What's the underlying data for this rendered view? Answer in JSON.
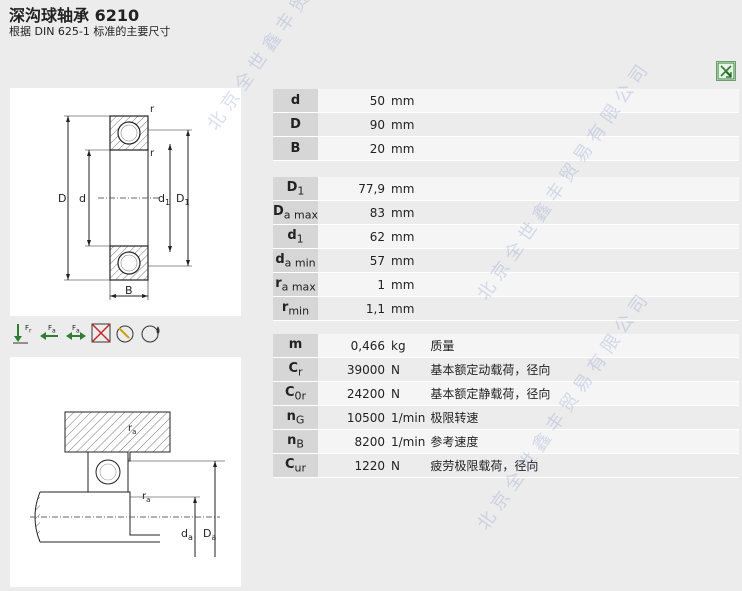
{
  "header": {
    "title": "深沟球轴承 6210",
    "subtitle": "根据 DIN 625-1 标准的主要尺寸"
  },
  "main_dims": [
    {
      "sym": "d",
      "sub": "",
      "value": "50",
      "unit": "mm"
    },
    {
      "sym": "D",
      "sub": "",
      "value": "90",
      "unit": "mm"
    },
    {
      "sym": "B",
      "sub": "",
      "value": "20",
      "unit": "mm"
    }
  ],
  "mount_dims": [
    {
      "sym": "D",
      "sub": "1",
      "value": "77,9",
      "unit": "mm"
    },
    {
      "sym": "D",
      "sub": "a max",
      "value": "83",
      "unit": "mm"
    },
    {
      "sym": "d",
      "sub": "1",
      "value": "62",
      "unit": "mm"
    },
    {
      "sym": "d",
      "sub": "a min",
      "value": "57",
      "unit": "mm"
    },
    {
      "sym": "r",
      "sub": "a max",
      "value": "1",
      "unit": "mm"
    },
    {
      "sym": "r",
      "sub": "min",
      "value": "1,1",
      "unit": "mm"
    }
  ],
  "properties": [
    {
      "sym": "m",
      "sub": "",
      "value": "0,466",
      "unit": "kg",
      "desc": "质量"
    },
    {
      "sym": "C",
      "sub": "r",
      "value": "39000",
      "unit": "N",
      "desc": "基本额定动载荷，径向"
    },
    {
      "sym": "C",
      "sub": "0r",
      "value": "24200",
      "unit": "N",
      "desc": "基本额定静载荷，径向"
    },
    {
      "sym": "n",
      "sub": "G",
      "value": "10500",
      "unit": "1/min",
      "desc": "极限转速"
    },
    {
      "sym": "n",
      "sub": "B",
      "value": "8200",
      "unit": "1/min",
      "desc": "参考速度"
    },
    {
      "sym": "C",
      "sub": "ur",
      "value": "1220",
      "unit": "N",
      "desc": "疲劳极限载荷，径向"
    }
  ],
  "drawing1": {
    "r_top": "r",
    "r_mid": "r",
    "D": "D",
    "d": "d",
    "d1": "d",
    "d1_sub": "1",
    "D1": "D",
    "D1_sub": "1",
    "B": "B"
  },
  "drawing2": {
    "ra_top": "r",
    "ra_top_sub": "a",
    "ra_bot": "r",
    "ra_bot_sub": "a",
    "da": "d",
    "da_sub": "a",
    "Da": "D",
    "Da_sub": "a"
  },
  "icons": [
    "radial-load-icon",
    "axial-load-left-icon",
    "axial-load-both-icon",
    "no-lubrication-icon",
    "speed-icon",
    "seal-lubrication-icon"
  ],
  "icon_labels": {
    "fr": "F",
    "fr_sub": "r",
    "fa1": "F",
    "fa1_sub": "a",
    "fa2": "F",
    "fa2_sub": "a"
  },
  "watermark": "北京全世鑫丰贸易有限公司",
  "colors": {
    "label_cell": "#d6d6d6",
    "row_light": "#f5f5f5",
    "row_dark": "#ececec",
    "icon_green": "#2e7d32"
  }
}
